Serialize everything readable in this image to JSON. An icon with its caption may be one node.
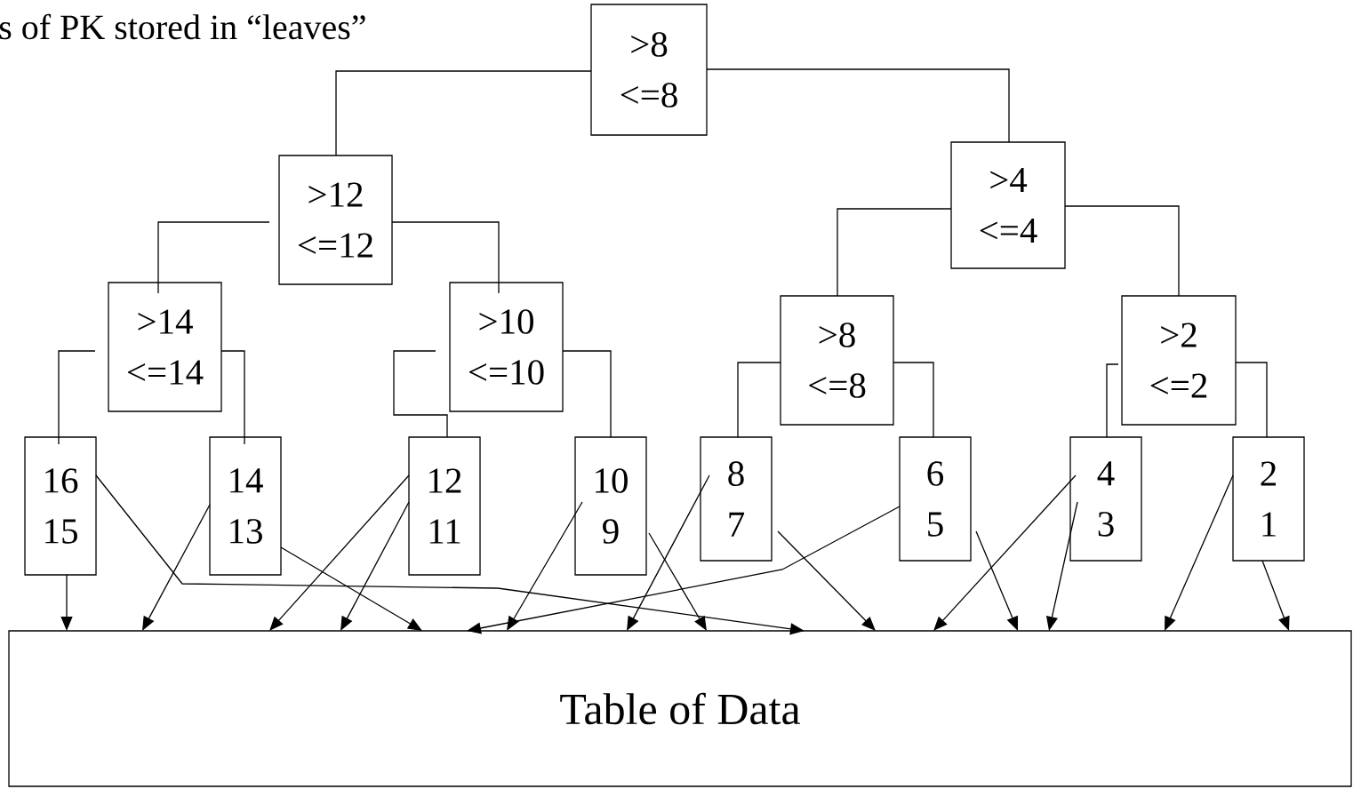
{
  "diagram": {
    "nodes": [
      {
        "text": [
          ">8",
          "<=8"
        ]
      },
      {
        "text": [
          ">12",
          "<=12"
        ]
      },
      {
        "text": [
          ">4",
          "<=4"
        ]
      },
      {
        "text": [
          ">14",
          "<=14"
        ]
      },
      {
        "text": [
          ">10",
          "<=10"
        ]
      },
      {
        "text": [
          ">8",
          "<=8"
        ]
      },
      {
        "text": [
          ">2",
          "<=2"
        ]
      },
      {
        "text": [
          "16",
          "15"
        ]
      },
      {
        "text": [
          "14",
          "13"
        ]
      },
      {
        "text": [
          "12",
          "11"
        ]
      },
      {
        "text": [
          "10",
          "9"
        ]
      },
      {
        "text": [
          "8",
          "7"
        ]
      },
      {
        "text": [
          "6",
          "5"
        ]
      },
      {
        "text": [
          "4",
          "3"
        ]
      },
      {
        "text": [
          "2",
          "1"
        ]
      },
      {
        "text": [
          "Table of Data"
        ]
      }
    ],
    "edges": [
      {
        "from": 0,
        "to": 1,
        "arrow": "none"
      },
      {
        "from": 0,
        "to": 2,
        "arrow": "none"
      },
      {
        "from": 1,
        "to": 3,
        "arrow": "none"
      },
      {
        "from": 1,
        "to": 4,
        "arrow": "none"
      },
      {
        "from": 2,
        "to": 5,
        "arrow": "none"
      },
      {
        "from": 2,
        "to": 6,
        "arrow": "none"
      },
      {
        "from": 3,
        "to": 7,
        "arrow": "none"
      },
      {
        "from": 3,
        "to": 8,
        "arrow": "none"
      },
      {
        "from": 4,
        "to": 9,
        "arrow": "none"
      },
      {
        "from": 4,
        "to": 10,
        "arrow": "none"
      },
      {
        "from": 5,
        "to": 11,
        "arrow": "none"
      },
      {
        "from": 5,
        "to": 12,
        "arrow": "none"
      },
      {
        "from": 6,
        "to": 13,
        "arrow": "none"
      },
      {
        "from": 6,
        "to": 14,
        "arrow": "none"
      },
      {
        "from": 7,
        "to": 15,
        "arrow": "to"
      },
      {
        "from": 7,
        "to": 15,
        "arrow": "to"
      },
      {
        "from": 8,
        "to": 15,
        "arrow": "to"
      },
      {
        "from": 8,
        "to": 15,
        "arrow": "to"
      },
      {
        "from": 9,
        "to": 15,
        "arrow": "to"
      },
      {
        "from": 9,
        "to": 15,
        "arrow": "to"
      },
      {
        "from": 10,
        "to": 15,
        "arrow": "to"
      },
      {
        "from": 10,
        "to": 15,
        "arrow": "to"
      },
      {
        "from": 11,
        "to": 15,
        "arrow": "to"
      },
      {
        "from": 11,
        "to": 15,
        "arrow": "to"
      },
      {
        "from": 12,
        "to": 15,
        "arrow": "to"
      },
      {
        "from": 12,
        "to": 15,
        "arrow": "to"
      },
      {
        "from": 13,
        "to": 15,
        "arrow": "to"
      },
      {
        "from": 13,
        "to": 15,
        "arrow": "to"
      },
      {
        "from": 14,
        "to": 15,
        "arrow": "to"
      },
      {
        "from": 14,
        "to": 15,
        "arrow": "to"
      }
    ],
    "labels": [
      "s of PK stored in “leaves”"
    ]
  }
}
